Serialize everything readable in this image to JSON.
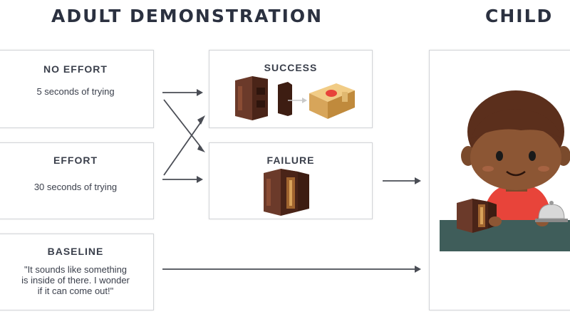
{
  "headings": {
    "adult": "ADULT DEMONSTRATION",
    "child": "CHILD"
  },
  "conditions": {
    "no_effort": {
      "title": "NO EFFORT",
      "text": "5 seconds of trying"
    },
    "effort": {
      "title": "EFFORT",
      "text": "30 seconds of trying"
    },
    "baseline": {
      "title": "BASELINE",
      "lines": [
        "\"It sounds like something",
        "is inside of there. I wonder",
        "if it can come out!\""
      ]
    }
  },
  "outcomes": {
    "success": {
      "title": "SUCCESS"
    },
    "failure": {
      "title": "FAILURE"
    }
  },
  "colors": {
    "arrow": "#4a4d55",
    "box_brown": "#6b3a2a",
    "box_brown_dark": "#4a2418",
    "toy_tan": "#e0b870",
    "toy_red": "#e8443a",
    "shirt": "#e8443a",
    "skin": "#8c5634",
    "hair": "#5b2f1c",
    "table": "#3f5d5a"
  }
}
